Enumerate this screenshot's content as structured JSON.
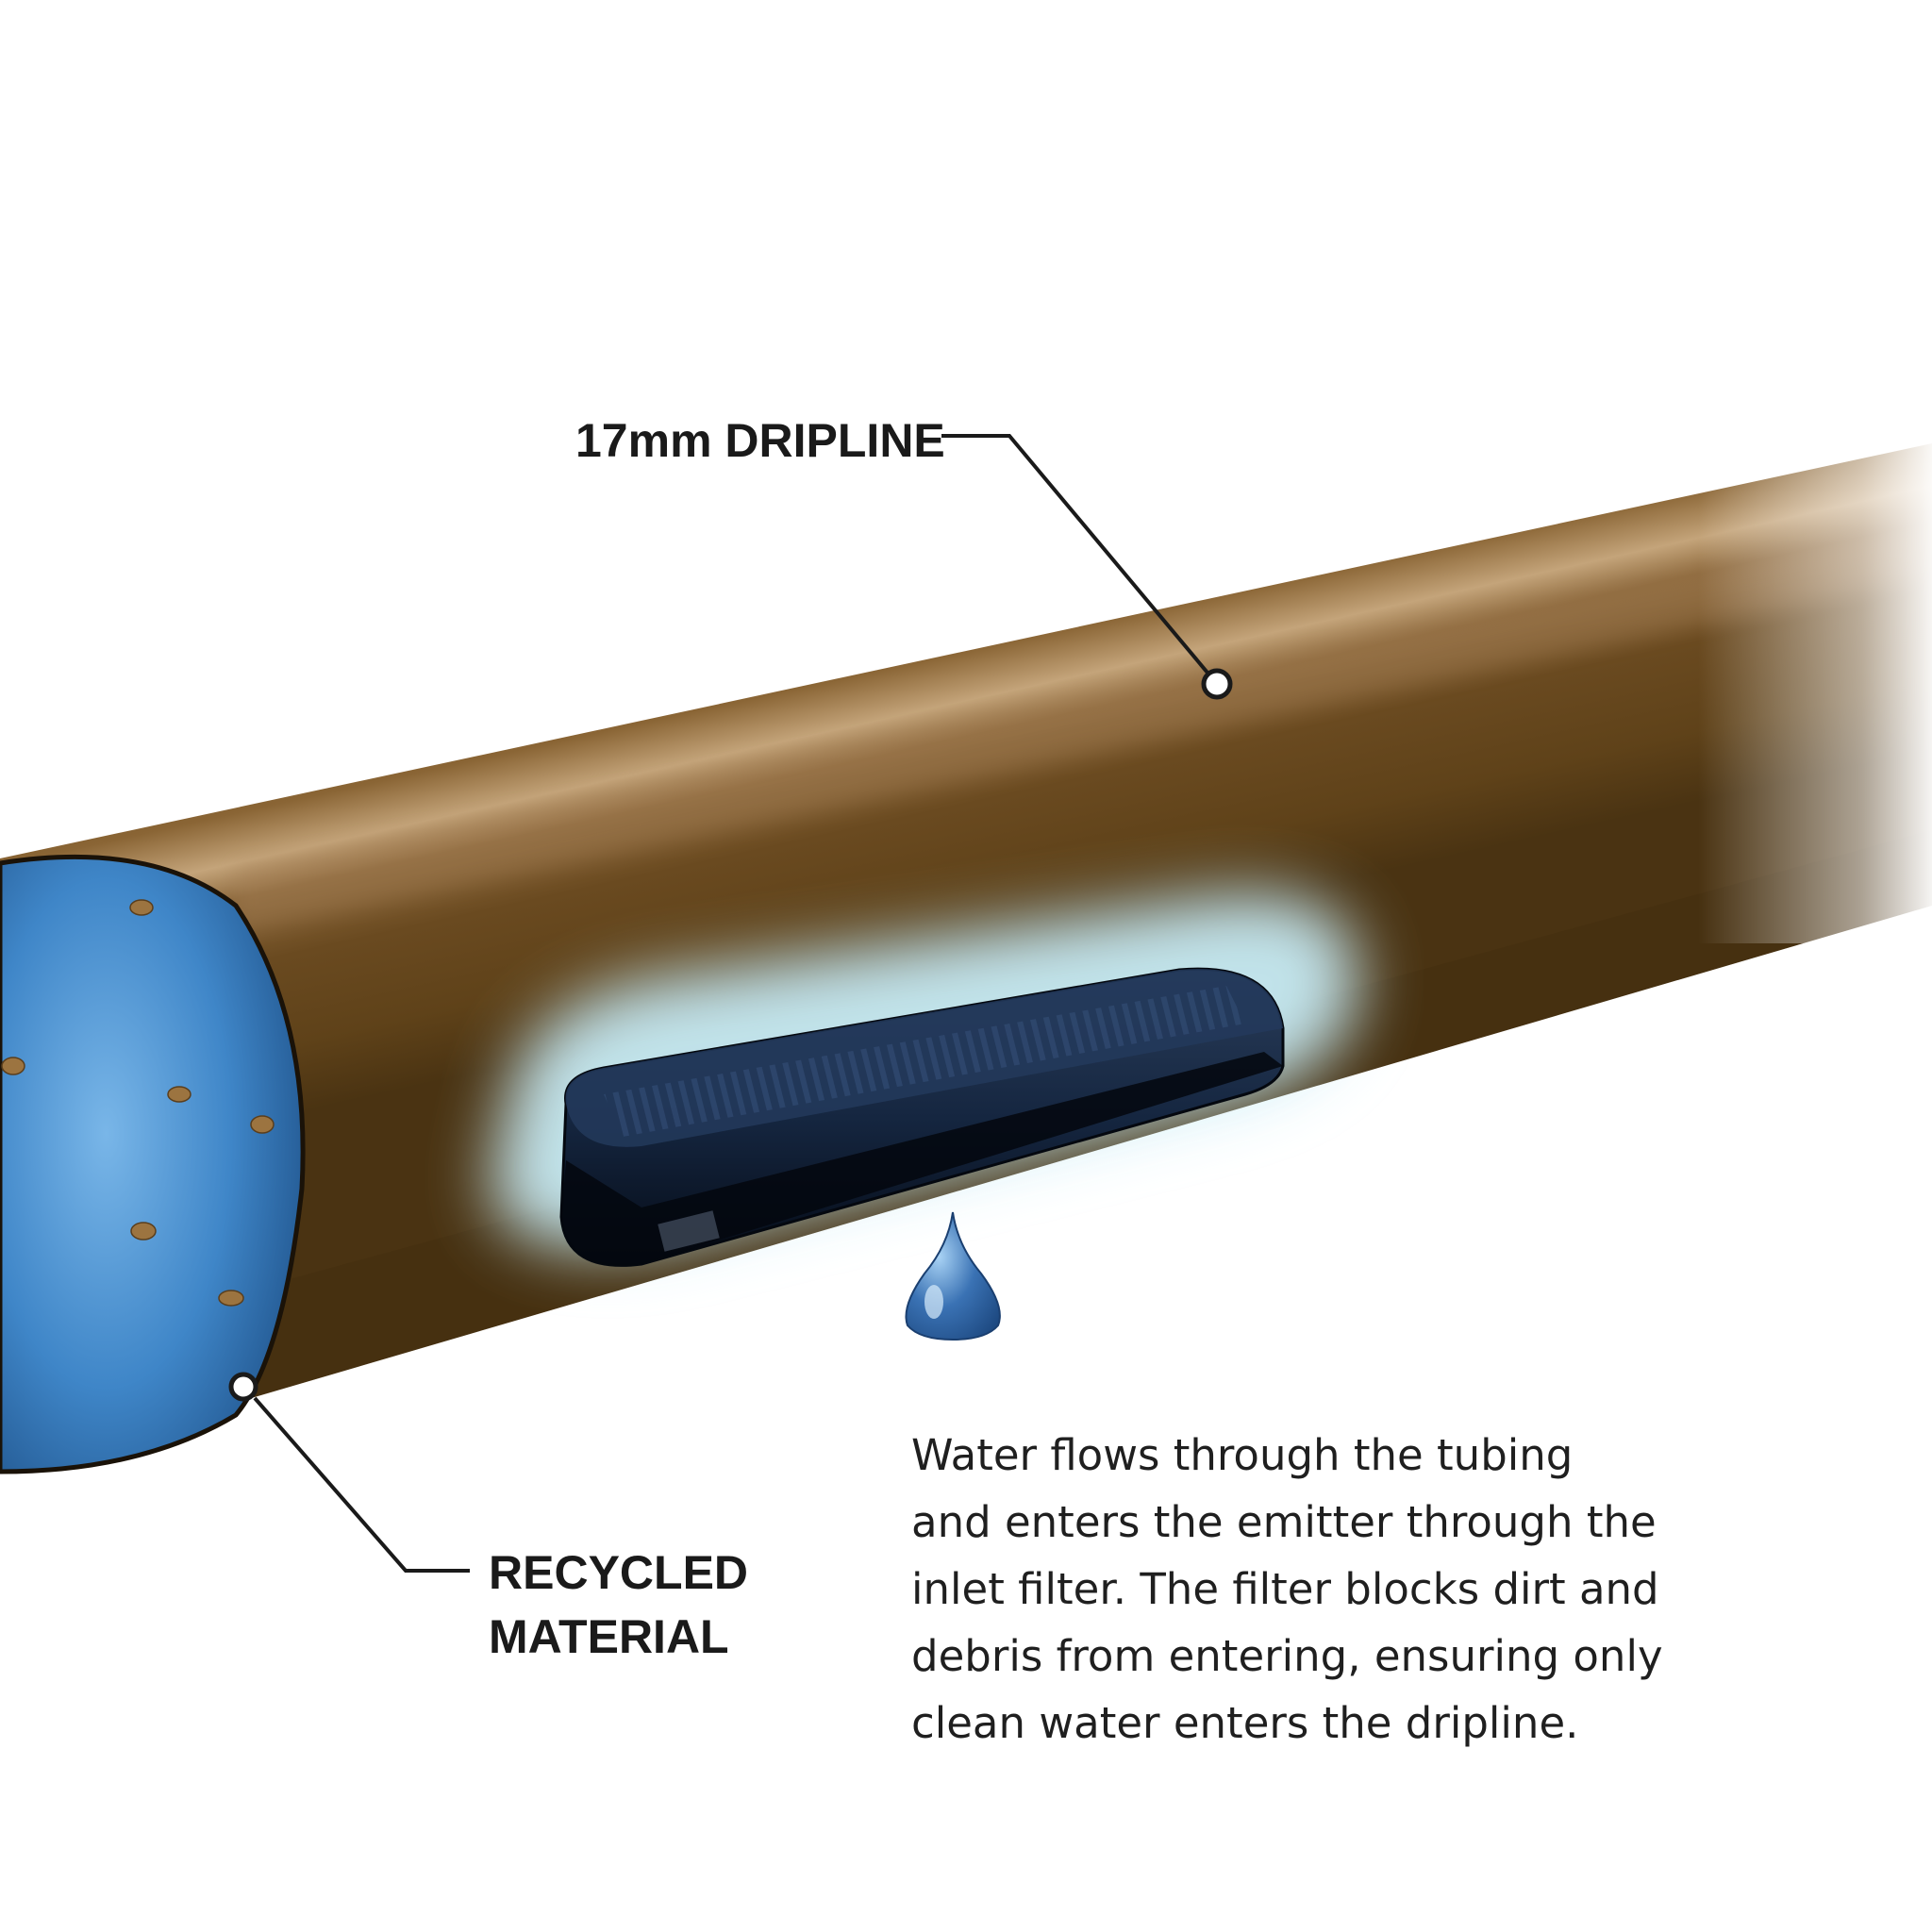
{
  "callouts": {
    "dripline": {
      "label": "17mm DRIPLINE"
    },
    "material": {
      "line1": "RECYCLED",
      "line2": "MATERIAL"
    }
  },
  "description": {
    "lines": [
      "Water flows through the tubing",
      "and enters the emitter through the",
      "inlet filter. The filter blocks dirt and",
      "debris from entering, ensuring only",
      "clean water enters the dripline."
    ]
  },
  "colors": {
    "tube": "#6a4a22",
    "tube_highlight": "#b89a72",
    "interior": "#3f86c8",
    "emitter": "#0f1e33",
    "glow": "#bfe6f2",
    "drop": "#3a72b4",
    "leader": "#1a1a1a"
  }
}
